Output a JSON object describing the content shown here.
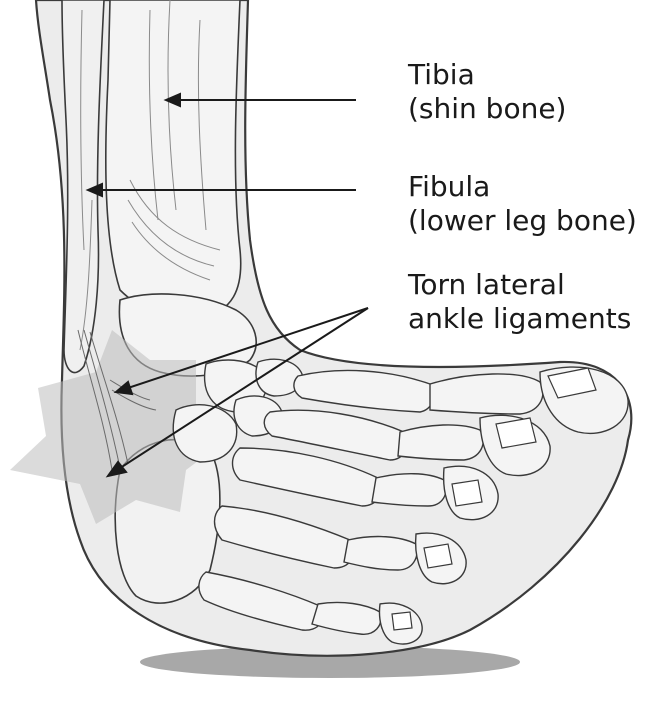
{
  "labels": {
    "tibia": {
      "line1": "Tibia",
      "line2": "(shin bone)"
    },
    "fibula": {
      "line1": "Fibula",
      "line2": "(lower leg bone)"
    },
    "ligaments": {
      "line1": "Torn lateral",
      "line2": "ankle ligaments"
    }
  },
  "colors": {
    "background": "#ffffff",
    "outline": "#3a3a3a",
    "bone_fill": "#f2f2f2",
    "soft_tissue": "#e4e4e4",
    "injury_highlight": "#c8c8c8",
    "ground_shadow": "#9a9a9a",
    "text": "#1a1a1a"
  }
}
